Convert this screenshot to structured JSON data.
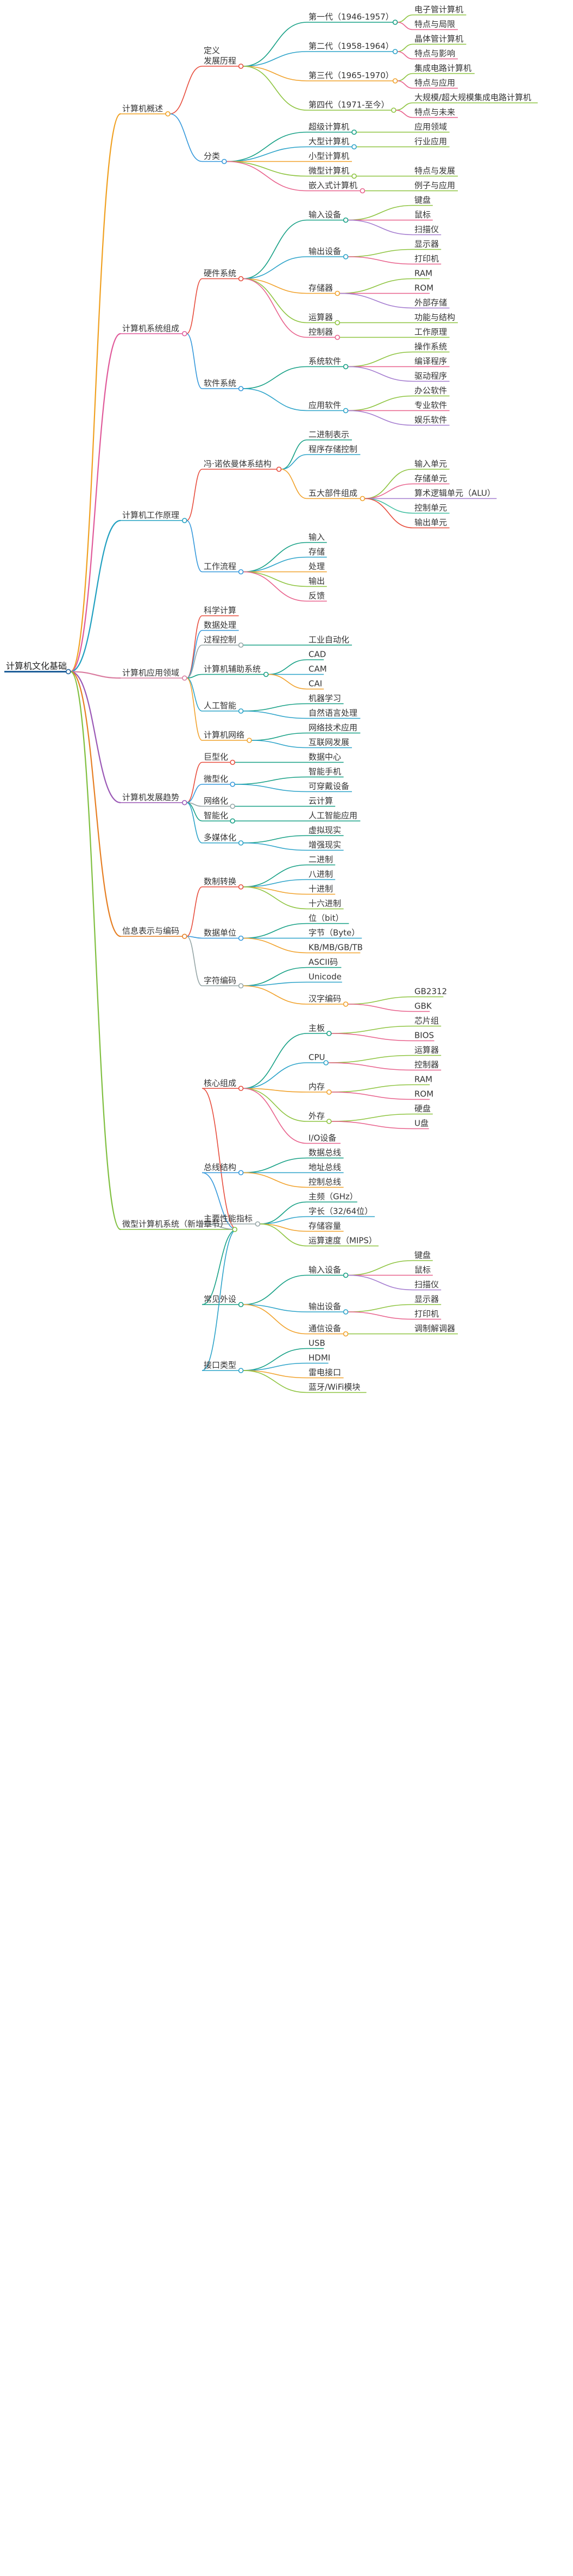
{
  "mindmap": {
    "root": {
      "text": "计算机文化基础",
      "children": [
        {
          "text": "计算机概述",
          "children": [
            {
              "text": "定义\n发展历程",
              "children": [
                {
                  "text": "第一代（1946-1957）",
                  "children": [
                    {
                      "text": "电子管计算机"
                    },
                    {
                      "text": "特点与局限"
                    }
                  ]
                },
                {
                  "text": "第二代（1958-1964）",
                  "children": [
                    {
                      "text": "晶体管计算机"
                    },
                    {
                      "text": "特点与影响"
                    }
                  ]
                },
                {
                  "text": "第三代（1965-1970）",
                  "children": [
                    {
                      "text": "集成电路计算机"
                    },
                    {
                      "text": "特点与应用"
                    }
                  ]
                },
                {
                  "text": "第四代（1971-至今）",
                  "children": [
                    {
                      "text": "大规模/超大规模集成电路计算机"
                    },
                    {
                      "text": "特点与未来"
                    }
                  ]
                }
              ]
            },
            {
              "text": "分类",
              "children": [
                {
                  "text": "超级计算机",
                  "children": [
                    {
                      "text": "应用领域"
                    }
                  ]
                },
                {
                  "text": "大型计算机",
                  "children": [
                    {
                      "text": "行业应用"
                    }
                  ]
                },
                {
                  "text": "小型计算机"
                },
                {
                  "text": "微型计算机",
                  "children": [
                    {
                      "text": "特点与发展"
                    }
                  ]
                },
                {
                  "text": "嵌入式计算机",
                  "children": [
                    {
                      "text": "例子与应用"
                    }
                  ]
                }
              ]
            }
          ]
        },
        {
          "text": "计算机系统组成",
          "children": [
            {
              "text": "硬件系统",
              "children": [
                {
                  "text": "输入设备",
                  "children": [
                    {
                      "text": "键盘"
                    },
                    {
                      "text": "鼠标"
                    },
                    {
                      "text": "扫描仪"
                    }
                  ]
                },
                {
                  "text": "输出设备",
                  "children": [
                    {
                      "text": "显示器"
                    },
                    {
                      "text": "打印机"
                    }
                  ]
                },
                {
                  "text": "存储器",
                  "children": [
                    {
                      "text": "RAM"
                    },
                    {
                      "text": "ROM"
                    },
                    {
                      "text": "外部存储"
                    }
                  ]
                },
                {
                  "text": "运算器",
                  "children": [
                    {
                      "text": "功能与结构"
                    }
                  ]
                },
                {
                  "text": "控制器",
                  "children": [
                    {
                      "text": "工作原理"
                    }
                  ]
                }
              ]
            },
            {
              "text": "软件系统",
              "children": [
                {
                  "text": "系统软件",
                  "children": [
                    {
                      "text": "操作系统"
                    },
                    {
                      "text": "编译程序"
                    },
                    {
                      "text": "驱动程序"
                    }
                  ]
                },
                {
                  "text": "应用软件",
                  "children": [
                    {
                      "text": "办公软件"
                    },
                    {
                      "text": "专业软件"
                    },
                    {
                      "text": "娱乐软件"
                    }
                  ]
                }
              ]
            }
          ]
        },
        {
          "text": "计算机工作原理",
          "children": [
            {
              "text": "冯·诺依曼体系结构",
              "children": [
                {
                  "text": "二进制表示"
                },
                {
                  "text": "程序存储控制"
                },
                {
                  "text": "五大部件组成",
                  "children": [
                    {
                      "text": "输入单元"
                    },
                    {
                      "text": "存储单元"
                    },
                    {
                      "text": "算术逻辑单元（ALU）"
                    },
                    {
                      "text": "控制单元"
                    },
                    {
                      "text": "输出单元"
                    }
                  ]
                }
              ]
            },
            {
              "text": "工作流程",
              "children": [
                {
                  "text": "输入"
                },
                {
                  "text": "存储"
                },
                {
                  "text": "处理"
                },
                {
                  "text": "输出"
                },
                {
                  "text": "反馈"
                }
              ]
            }
          ]
        },
        {
          "text": "计算机应用领域",
          "children": [
            {
              "text": "科学计算"
            },
            {
              "text": "数据处理"
            },
            {
              "text": "过程控制",
              "children": [
                {
                  "text": "工业自动化"
                }
              ]
            },
            {
              "text": "计算机辅助系统",
              "children": [
                {
                  "text": "CAD"
                },
                {
                  "text": "CAM"
                },
                {
                  "text": "CAI"
                }
              ]
            },
            {
              "text": "人工智能",
              "children": [
                {
                  "text": "机器学习"
                },
                {
                  "text": "自然语言处理"
                }
              ]
            },
            {
              "text": "计算机网络",
              "children": [
                {
                  "text": "网络技术应用"
                },
                {
                  "text": "互联网发展"
                }
              ]
            }
          ]
        },
        {
          "text": "计算机发展趋势",
          "children": [
            {
              "text": "巨型化",
              "children": [
                {
                  "text": "数据中心"
                }
              ]
            },
            {
              "text": "微型化",
              "children": [
                {
                  "text": "智能手机"
                },
                {
                  "text": "可穿戴设备"
                }
              ]
            },
            {
              "text": "网络化",
              "children": [
                {
                  "text": "云计算"
                }
              ]
            },
            {
              "text": "智能化",
              "children": [
                {
                  "text": "人工智能应用"
                }
              ]
            },
            {
              "text": "多媒体化",
              "children": [
                {
                  "text": "虚拟现实"
                },
                {
                  "text": "增强现实"
                }
              ]
            }
          ]
        },
        {
          "text": "信息表示与编码",
          "children": [
            {
              "text": "数制转换",
              "children": [
                {
                  "text": "二进制"
                },
                {
                  "text": "八进制"
                },
                {
                  "text": "十进制"
                },
                {
                  "text": "十六进制"
                }
              ]
            },
            {
              "text": "数据单位",
              "children": [
                {
                  "text": "位（bit）"
                },
                {
                  "text": "字节（Byte）"
                },
                {
                  "text": "KB/MB/GB/TB"
                }
              ]
            },
            {
              "text": "字符编码",
              "children": [
                {
                  "text": "ASCII码"
                },
                {
                  "text": "Unicode"
                },
                {
                  "text": "汉字编码",
                  "children": [
                    {
                      "text": "GB2312"
                    },
                    {
                      "text": "GBK"
                    }
                  ]
                }
              ]
            }
          ]
        },
        {
          "text": "微型计算机系统（新增章节）",
          "children": [
            {
              "text": "核心组成",
              "children": [
                {
                  "text": "主板",
                  "children": [
                    {
                      "text": "芯片组"
                    },
                    {
                      "text": "BIOS"
                    }
                  ]
                },
                {
                  "text": "CPU",
                  "children": [
                    {
                      "text": "运算器"
                    },
                    {
                      "text": "控制器"
                    }
                  ]
                },
                {
                  "text": "内存",
                  "children": [
                    {
                      "text": "RAM"
                    },
                    {
                      "text": "ROM"
                    }
                  ]
                },
                {
                  "text": "外存",
                  "children": [
                    {
                      "text": "硬盘"
                    },
                    {
                      "text": "U盘"
                    }
                  ]
                },
                {
                  "text": "I/O设备"
                }
              ]
            },
            {
              "text": "总线结构",
              "children": [
                {
                  "text": "数据总线"
                },
                {
                  "text": "地址总线"
                },
                {
                  "text": "控制总线"
                }
              ]
            },
            {
              "text": "主要性能指标",
              "children": [
                {
                  "text": "主频（GHz）"
                },
                {
                  "text": "字长（32/64位）"
                },
                {
                  "text": "存储容量"
                },
                {
                  "text": "运算速度（MIPS）"
                }
              ]
            },
            {
              "text": "常见外设",
              "children": [
                {
                  "text": "输入设备",
                  "children": [
                    {
                      "text": "键盘"
                    },
                    {
                      "text": "鼠标"
                    },
                    {
                      "text": "扫描仪"
                    }
                  ]
                },
                {
                  "text": "输出设备",
                  "children": [
                    {
                      "text": "显示器"
                    },
                    {
                      "text": "打印机"
                    }
                  ]
                },
                {
                  "text": "通信设备",
                  "children": [
                    {
                      "text": "调制解调器"
                    }
                  ]
                }
              ]
            },
            {
              "text": "接口类型",
              "children": [
                {
                  "text": "USB"
                },
                {
                  "text": "HDMI"
                },
                {
                  "text": "雷电接口"
                },
                {
                  "text": "蓝牙/WiFi模块"
                }
              ]
            }
          ]
        }
      ]
    },
    "colors": {
      "root_line": "#1f5f99",
      "branches": [
        "#f0a020",
        "#e05a9a",
        "#21a0c0",
        "#d97a9e",
        "#9b59b6",
        "#e67e22",
        "#7fbf3f"
      ],
      "sub_branches": [
        "#2ca3c9",
        "#f1a22c",
        "#8ec440",
        "#e8618c",
        "#a57dd0",
        "#3fbfa0",
        "#e74c3c",
        "#3498db",
        "#95a5a6",
        "#16a085"
      ]
    }
  }
}
